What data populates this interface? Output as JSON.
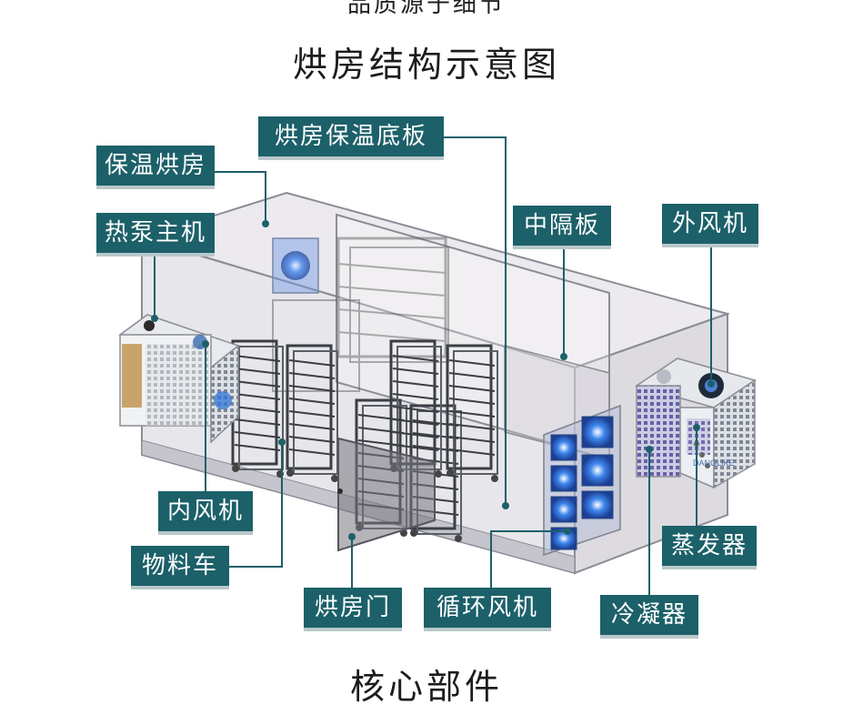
{
  "header_cut_text": "品质源于细节",
  "title": "烘房结构示意图",
  "footer_title": "核心部件",
  "brand_text": "DANGLIKE",
  "colors": {
    "label_bg": "#1c6069",
    "label_text": "#ffffff",
    "leader": "#1c6069"
  },
  "labels": {
    "baowen_hongfang": "保温烘房",
    "rebeng_zhuji": "热泵主机",
    "hongfang_baowen_diban": "烘房保温底板",
    "zhong_geban": "中隔板",
    "wai_fengji": "外风机",
    "nei_fengji": "内风机",
    "wuliao_che": "物料车",
    "hongfang_men": "烘房门",
    "xunhuan_fengji": "循环风机",
    "lengning_qi": "冷凝器",
    "zhengfa_qi": "蒸发器"
  }
}
